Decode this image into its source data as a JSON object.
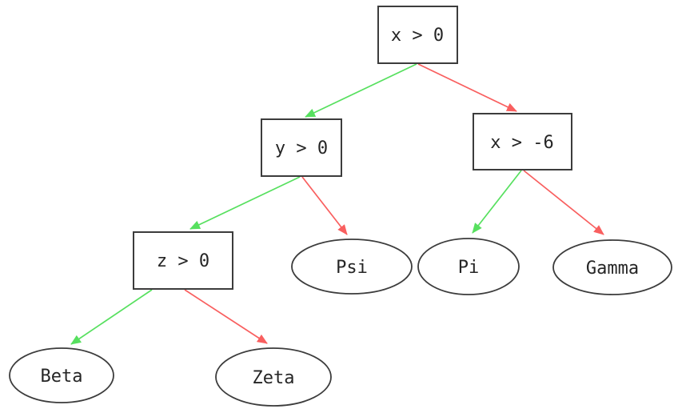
{
  "diagram": {
    "colors": {
      "true_edge": "#57e05f",
      "false_edge": "#f95f5f",
      "node_border": "#3c3c3c",
      "label_text": "#252525",
      "background": "#ffffff"
    },
    "nodes": {
      "root": {
        "label": "x > 0",
        "shape": "rectangle"
      },
      "y_gt_0": {
        "label": "y > 0",
        "shape": "rectangle"
      },
      "x_gt_neg6": {
        "label": "x > -6",
        "shape": "rectangle"
      },
      "z_gt_0": {
        "label": "z > 0",
        "shape": "rectangle"
      },
      "psi": {
        "label": "Psi",
        "shape": "ellipse"
      },
      "pi": {
        "label": "Pi",
        "shape": "ellipse"
      },
      "gamma": {
        "label": "Gamma",
        "shape": "ellipse"
      },
      "beta": {
        "label": "Beta",
        "shape": "ellipse"
      },
      "zeta": {
        "label": "Zeta",
        "shape": "ellipse"
      }
    },
    "edges": [
      {
        "from": "x > 0",
        "to": "y > 0",
        "branch": "true",
        "color": "green"
      },
      {
        "from": "x > 0",
        "to": "x > -6",
        "branch": "false",
        "color": "red"
      },
      {
        "from": "y > 0",
        "to": "z > 0",
        "branch": "true",
        "color": "green"
      },
      {
        "from": "y > 0",
        "to": "Psi",
        "branch": "false",
        "color": "red"
      },
      {
        "from": "x > -6",
        "to": "Pi",
        "branch": "true",
        "color": "green"
      },
      {
        "from": "x > -6",
        "to": "Gamma",
        "branch": "false",
        "color": "red"
      },
      {
        "from": "z > 0",
        "to": "Beta",
        "branch": "true",
        "color": "green"
      },
      {
        "from": "z > 0",
        "to": "Zeta",
        "branch": "false",
        "color": "red"
      }
    ]
  }
}
